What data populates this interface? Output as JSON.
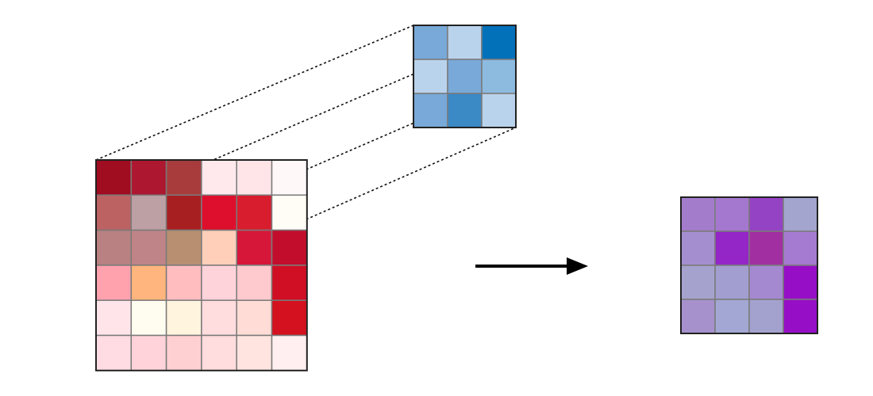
{
  "diagram": {
    "type": "convolution-illustration",
    "input_grid": {
      "rows": 6,
      "cols": 6,
      "cells": [
        [
          "#a00c20",
          "#ad1730",
          "#a83c3c",
          "#ffe9ec",
          "#ffe5e8",
          "#fff8f8"
        ],
        [
          "#bc6262",
          "#bca0a3",
          "#a81f22",
          "#de0f2d",
          "#d81d2e",
          "#fffdf6"
        ],
        [
          "#b98181",
          "#bf8488",
          "#b98f72",
          "#ffcfba",
          "#d6173a",
          "#c20e2c"
        ],
        [
          "#ffa2ae",
          "#ffb57d",
          "#ffbdbf",
          "#ffd3da",
          "#ffcacd",
          "#d00f24"
        ],
        [
          "#ffe5ea",
          "#fffdf0",
          "#fff4de",
          "#ffdcde",
          "#ffdcd6",
          "#d4111e"
        ],
        [
          "#ffdce3",
          "#ffd3d9",
          "#ffd0d1",
          "#ffdcdd",
          "#ffe4df",
          "#ffeff0"
        ]
      ]
    },
    "kernel_grid": {
      "rows": 3,
      "cols": 3,
      "cells": [
        [
          "#78a9d8",
          "#bad3ec",
          "#0271ba"
        ],
        [
          "#bad3ec",
          "#78a9d8",
          "#8dbadf"
        ],
        [
          "#78a9d8",
          "#3b89c5",
          "#bad3ec"
        ]
      ]
    },
    "output_grid": {
      "rows": 4,
      "cols": 4,
      "cells": [
        [
          "#a47ccc",
          "#a578cf",
          "#9543c5",
          "#a3a5cf"
        ],
        [
          "#a58ecf",
          "#9426c7",
          "#a12fa2",
          "#a57bd1"
        ],
        [
          "#a5a3cd",
          "#a29ed0",
          "#a489d1",
          "#960fc7"
        ],
        [
          "#a691cd",
          "#a3a7d3",
          "#a3a2cf",
          "#960fc7"
        ]
      ]
    },
    "colors": {
      "grid_line": "#7a7a7a",
      "grid_border": "#222222",
      "projection_line": "#111111",
      "arrow": "#000000"
    },
    "arrow_direction": "right"
  }
}
